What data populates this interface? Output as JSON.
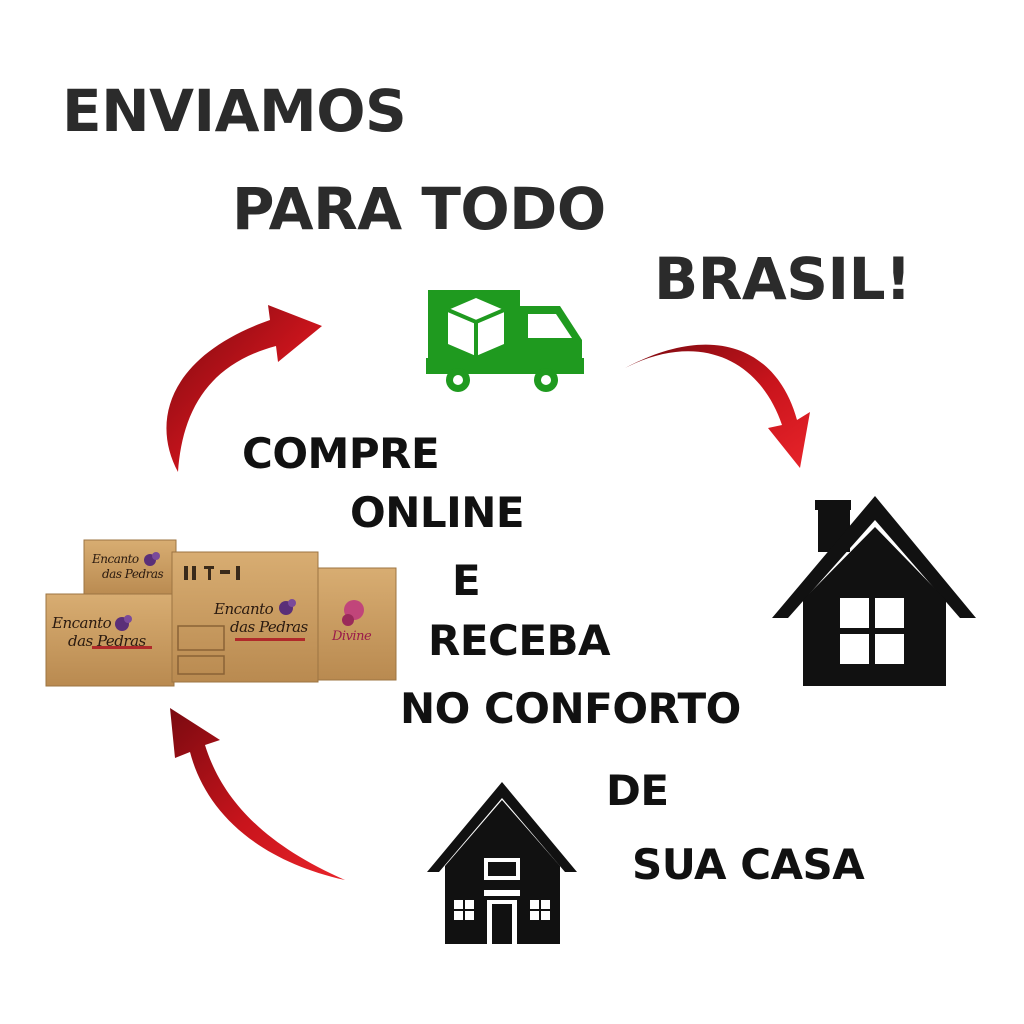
{
  "headline": {
    "line1": "ENVIAMOS",
    "line2": "PARA TODO",
    "line3": "BRASIL!"
  },
  "message": {
    "line1": "COMPRE",
    "line2": "ONLINE",
    "line3": "E",
    "line4": "RECEBA",
    "line5": "NO CONFORTO",
    "line6": "DE",
    "line7": "SUA CASA"
  },
  "boxes": {
    "brand_line1": "Encanto",
    "brand_line2": "das Pedras",
    "brand2": "Divine"
  },
  "icons": {
    "truck": "delivery-truck-icon",
    "house_large": "house-icon",
    "house_small": "store-house-icon",
    "arrows": "red-curved-arrow-icon"
  },
  "colors": {
    "text": "#2b2b2b",
    "truck": "#1f9a1f",
    "arrow": "#c4121a",
    "house": "#111111",
    "cardboard": "#c9995e"
  }
}
